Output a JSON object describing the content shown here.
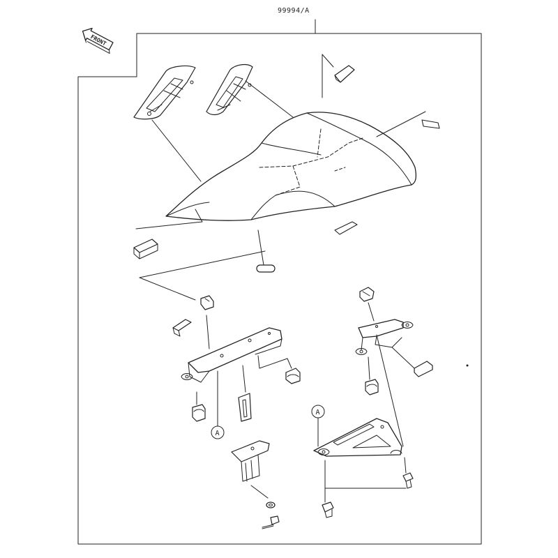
{
  "diagram": {
    "reference_code": "99994/A",
    "front_arrow_label": "FRONT",
    "callouts": [
      "A",
      "A"
    ],
    "colors": {
      "line": "#222222",
      "background": "#ffffff"
    }
  }
}
